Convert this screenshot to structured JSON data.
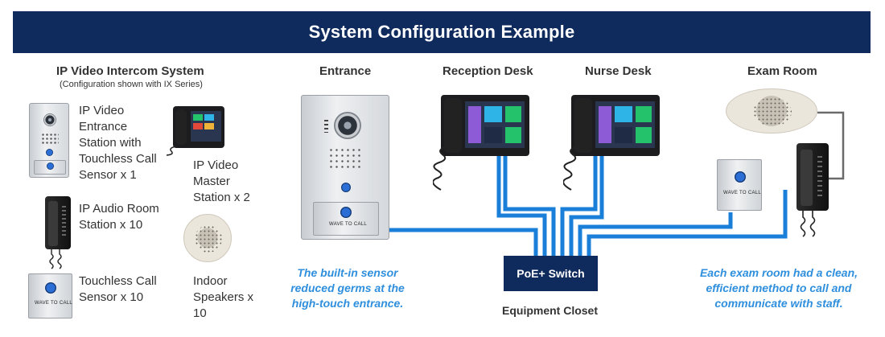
{
  "banner": {
    "title": "System Configuration Example"
  },
  "legend": {
    "title": "IP Video Intercom System",
    "subtitle": "(Configuration shown with IX Series)",
    "items": [
      {
        "label": "IP Video Entrance Station with Touchless Call Sensor x 1"
      },
      {
        "label": "IP Video Master Station x 2"
      },
      {
        "label": "IP Audio Room Station x 10"
      },
      {
        "label": "Touchless Call Sensor x 10"
      },
      {
        "label": "Indoor Speakers x 10"
      }
    ]
  },
  "zones": {
    "entrance": "Entrance",
    "reception": "Reception Desk",
    "nurse": "Nurse Desk",
    "exam": "Exam Room"
  },
  "switch": {
    "label": "PoE+ Switch",
    "location": "Equipment Closet"
  },
  "notes": {
    "entrance": "The built-in sensor reduced germs at the high-touch entrance.",
    "exam": "Each exam room had a clean, efficient method to call and communicate with staff."
  },
  "device_marks": {
    "wave_to_call": "WAVE TO CALL"
  },
  "colors": {
    "banner": "#0f2a5c",
    "cable": "#1a7fd8",
    "note": "#2f8fdd",
    "switch": "#0f2a5c"
  }
}
